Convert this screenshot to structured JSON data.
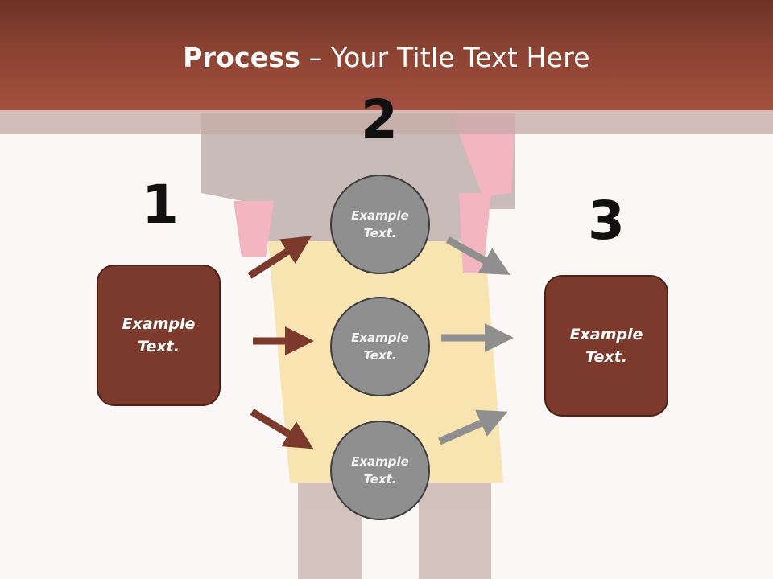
{
  "header": {
    "title_bold": "Process",
    "title_sep": " – ",
    "title_rest": "Your Title Text Here"
  },
  "steps": {
    "one": {
      "number": "1",
      "label": "Example Text."
    },
    "two": {
      "number": "2",
      "circles": [
        {
          "label": "Example Text."
        },
        {
          "label": "Example Text."
        },
        {
          "label": "Example Text."
        }
      ]
    },
    "three": {
      "number": "3",
      "label": "Example Text."
    }
  },
  "colors": {
    "header": "#8b4332",
    "box_fill": "#7b3a2c",
    "arrow_left": "#7b3a2c",
    "arrow_right": "#8f8f8f",
    "circle_fill": "#8f8f8f"
  }
}
